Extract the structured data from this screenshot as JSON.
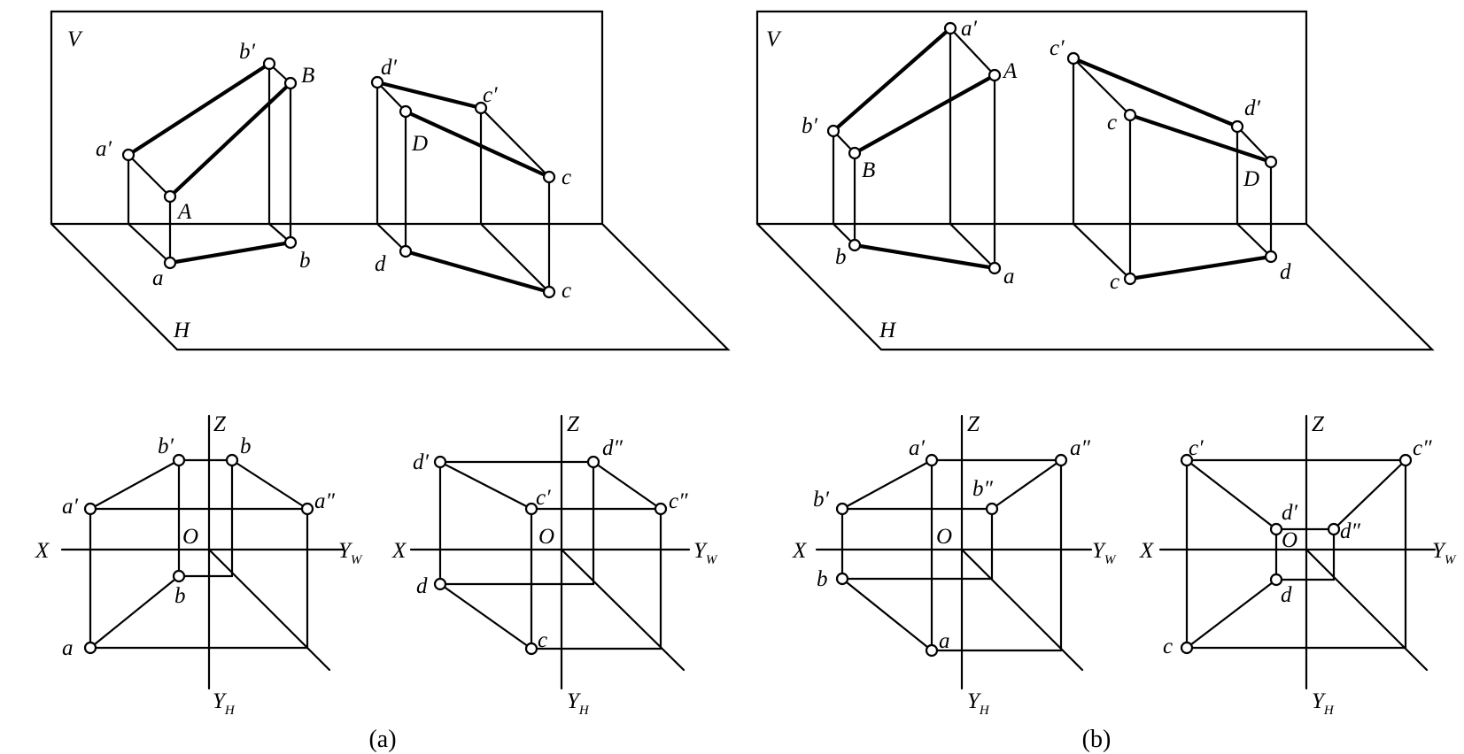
{
  "figure_a": {
    "caption": "(a)",
    "pictorial": {
      "v_plane": "V",
      "h_plane": "H",
      "points": {
        "a_v": "a′",
        "A": "A",
        "a_h": "a",
        "b_v": "b′",
        "B": "B",
        "b_h": "b",
        "d_v": "d′",
        "D": "D",
        "d_h": "d",
        "c_v": "c′",
        "c_mid": "c",
        "c_h": "c"
      }
    },
    "orthographic_ab": {
      "z": "Z",
      "x": "X",
      "o": "O",
      "yw": "Y",
      "yw_sub": "W",
      "yh": "Y",
      "yh_sub": "H",
      "points": {
        "b_v": "b′",
        "b_w": "b",
        "a_v": "a′",
        "a_w": "a″",
        "b_h": "b",
        "a_h": "a"
      }
    },
    "orthographic_cd": {
      "z": "Z",
      "x": "X",
      "o": "O",
      "yw": "Y",
      "yw_sub": "W",
      "yh": "Y",
      "yh_sub": "H",
      "points": {
        "d_v": "d′",
        "d_w": "d″",
        "c_v": "c′",
        "c_w": "c″",
        "d_h": "d",
        "c_h": "c"
      }
    }
  },
  "figure_b": {
    "caption": "(b)",
    "pictorial": {
      "v_plane": "V",
      "h_plane": "H",
      "points": {
        "a_v": "a′",
        "A": "A",
        "a_h": "a",
        "b_v": "b′",
        "B": "B",
        "b_h": "b",
        "c_v": "c′",
        "c_mid": "c",
        "c_h": "c",
        "d_v": "d′",
        "D": "D",
        "d_h": "d"
      }
    },
    "orthographic_ab": {
      "z": "Z",
      "x": "X",
      "o": "O",
      "yw": "Y",
      "yw_sub": "W",
      "yh": "Y",
      "yh_sub": "H",
      "points": {
        "a_v": "a′",
        "a_w": "a″",
        "b_v": "b′",
        "b_w": "b″",
        "b_h": "b",
        "a_h": "a"
      }
    },
    "orthographic_cd": {
      "z": "Z",
      "x": "X",
      "o": "O",
      "yw": "Y",
      "yw_sub": "W",
      "yh": "Y",
      "yh_sub": "H",
      "points": {
        "c_v": "c′",
        "c_w": "c″",
        "d_v": "d′",
        "d_w": "d″",
        "d_h": "d",
        "c_h": "c"
      }
    }
  }
}
